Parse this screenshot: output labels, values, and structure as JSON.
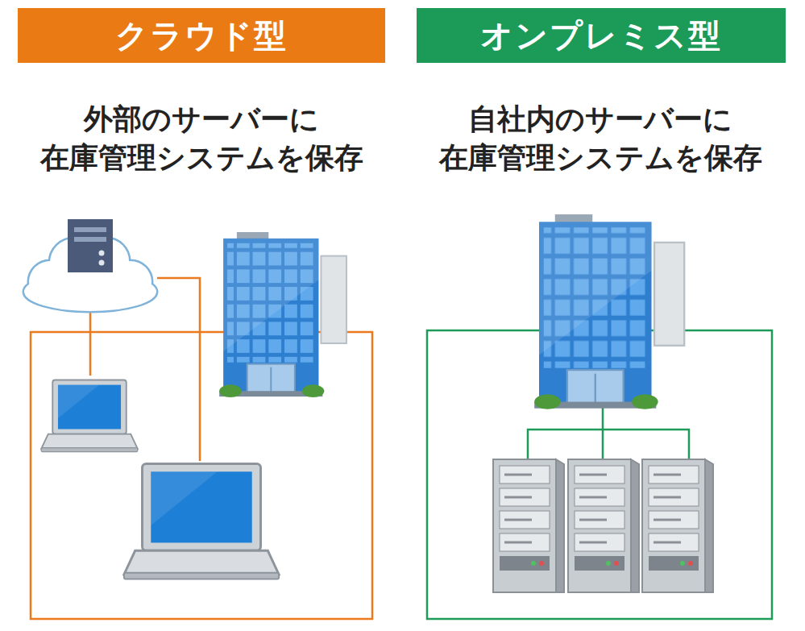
{
  "diagram": {
    "nodes": [
      {
        "text": [
          "クラウド型"
        ]
      },
      {
        "text": [
          "オンプレミス型"
        ]
      }
    ],
    "labels": [
      "外部のサーバーに 在庫管理システムを保存",
      "自社内のサーバーに 在庫管理システムを保存"
    ]
  }
}
